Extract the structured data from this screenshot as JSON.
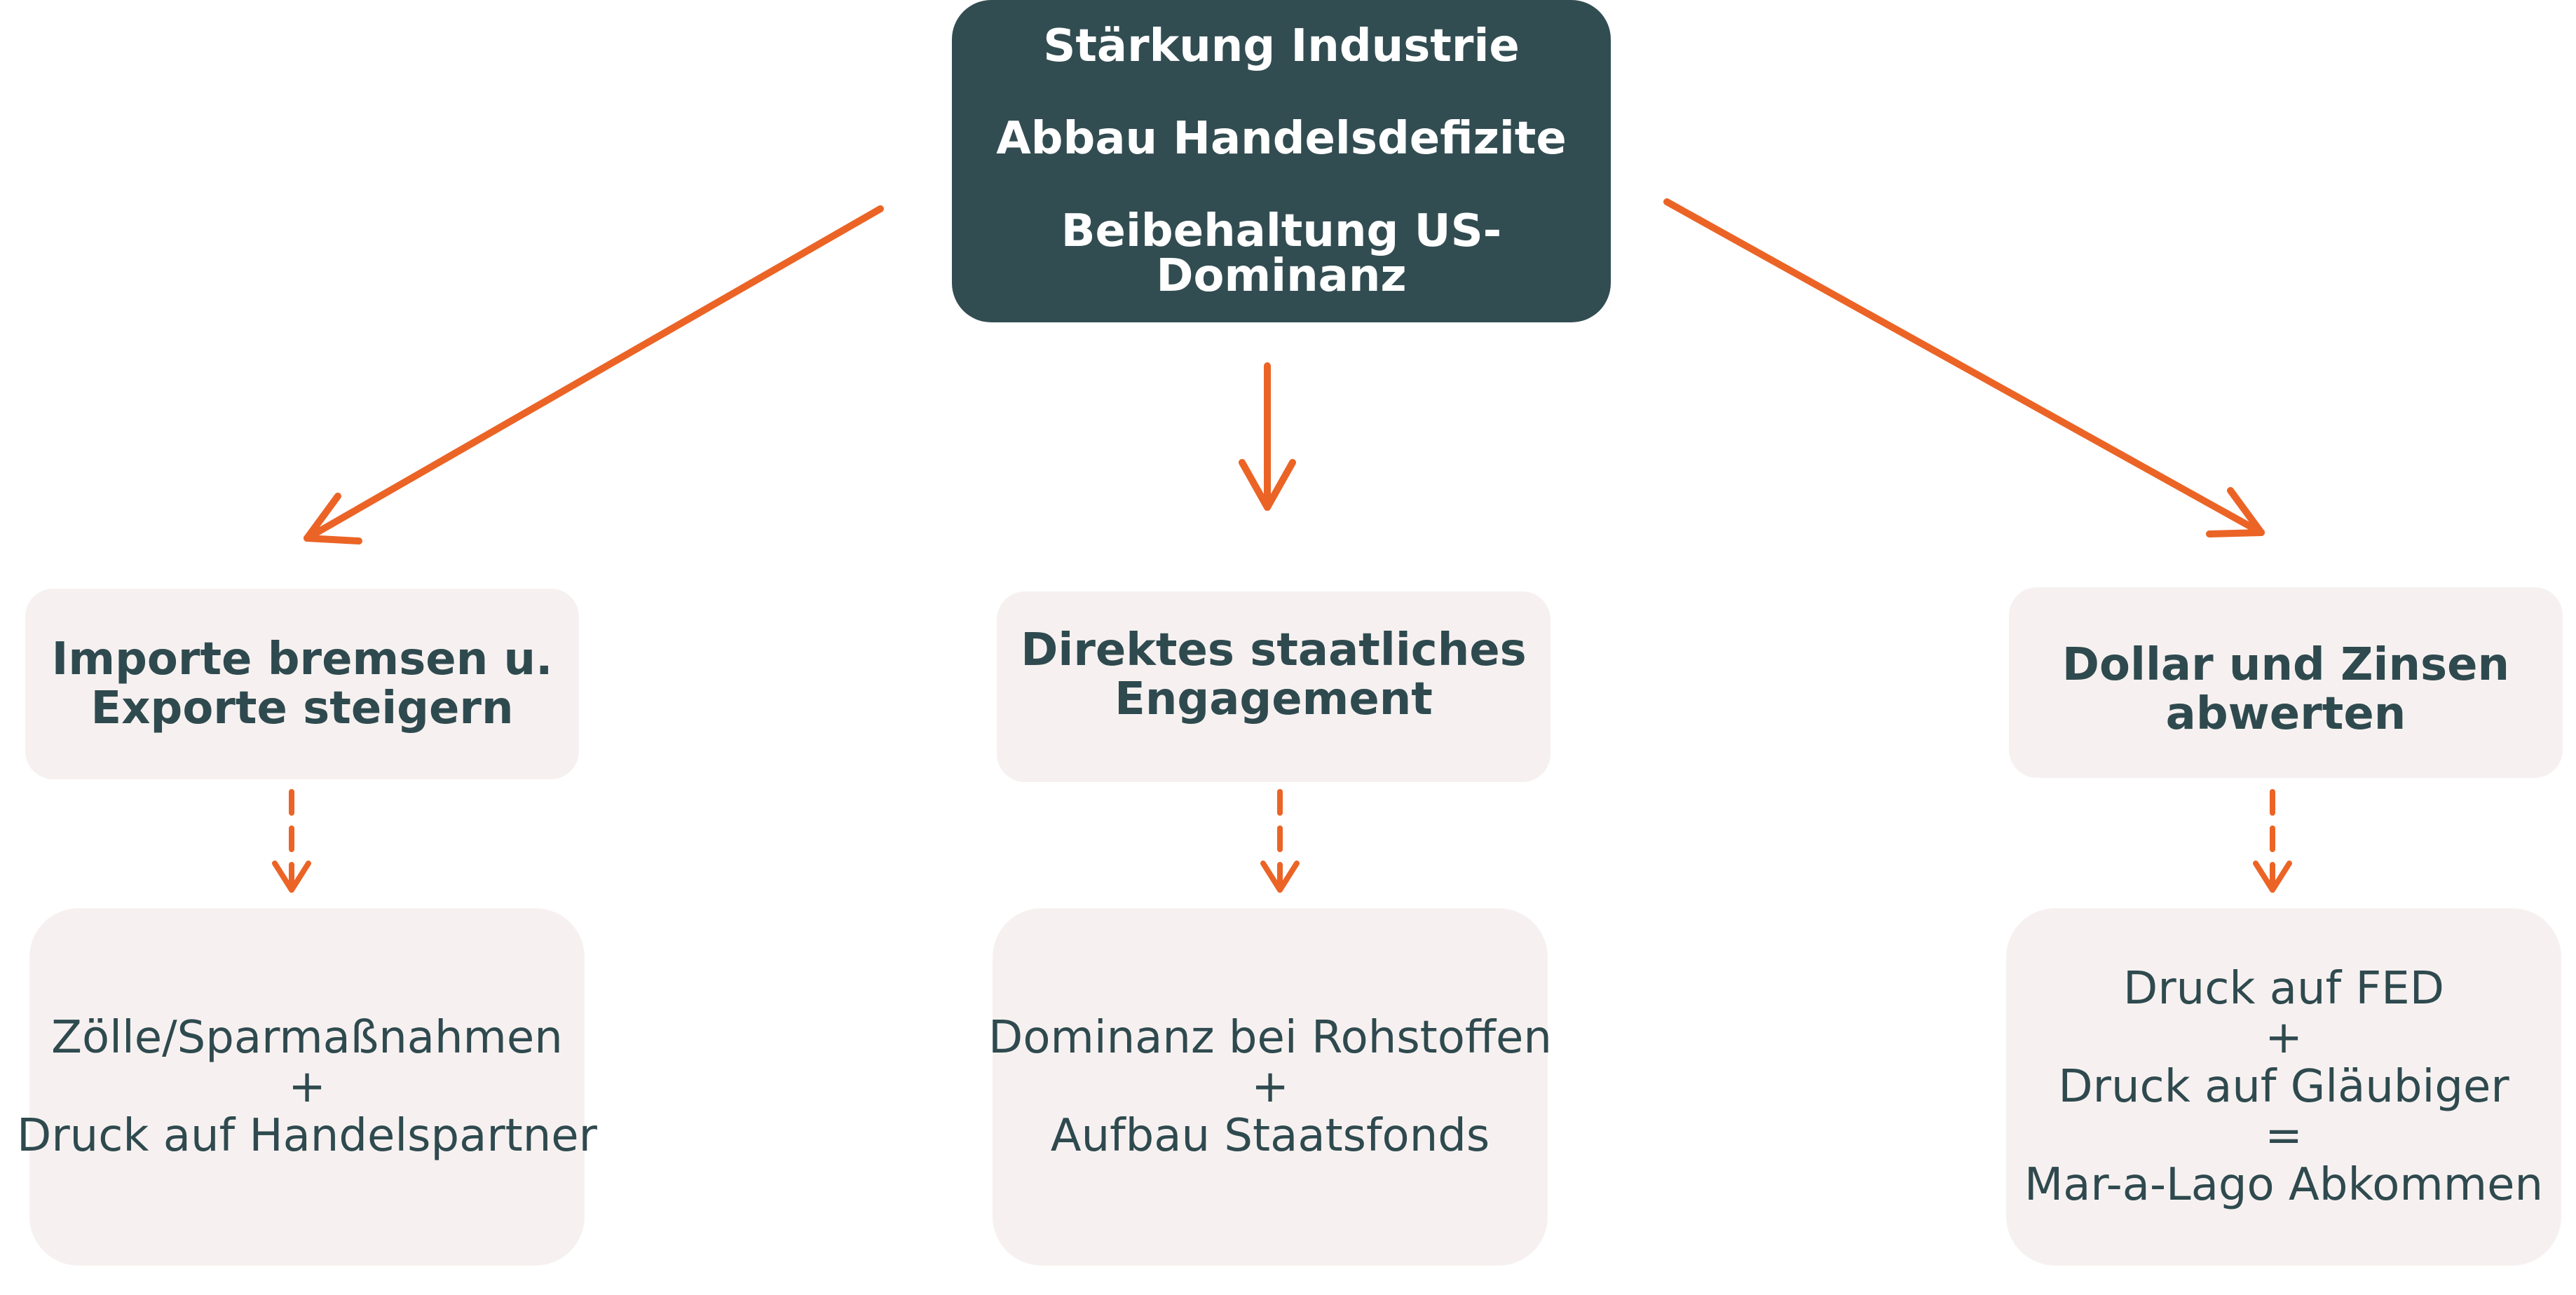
{
  "colors": {
    "top_box_bg": "#324d52",
    "box_bg": "#f6f1f0",
    "text_dark": "#2f4a4f",
    "arrow": "#eb6426"
  },
  "goals": {
    "line1": "Stärkung Industrie",
    "line2": "Abbau Handelsdefizite",
    "line3": "Beibehaltung US-Dominanz"
  },
  "strategies": [
    {
      "line1": "Importe bremsen u.",
      "line2": "Exporte steigern",
      "measures": [
        "Zölle/Sparmaßnahmen",
        "+",
        "Druck auf Handelspartner"
      ]
    },
    {
      "line1": "Direktes staatliches",
      "line2": "Engagement",
      "measures": [
        "Dominanz bei Rohstoffen",
        "+",
        "Aufbau Staatsfonds"
      ]
    },
    {
      "line1": "Dollar und Zinsen",
      "line2": "abwerten",
      "measures": [
        "Druck auf FED",
        "+",
        "Druck auf Gläubiger",
        "=",
        "Mar-a-Lago Abkommen"
      ]
    }
  ]
}
